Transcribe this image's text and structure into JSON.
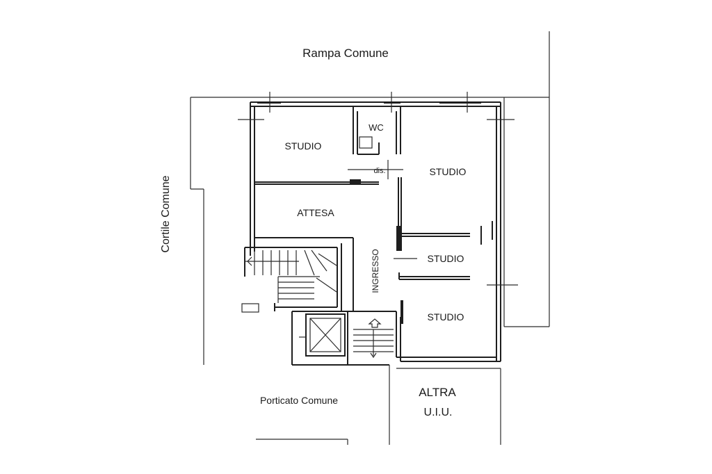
{
  "labels": {
    "rampa": "Rampa Comune",
    "cortile": "Cortile Comune",
    "studio_top_left": "STUDIO",
    "wc": "WC",
    "dis": "dis.",
    "studio_top_right": "STUDIO",
    "attesa": "ATTESA",
    "ingresso": "INGRESSO",
    "studio_mid_right": "STUDIO",
    "studio_bottom_right": "STUDIO",
    "porticato": "Porticato  Comune",
    "altra": "ALTRA",
    "uiu": "U.I.U."
  },
  "colors": {
    "ink": "#1e1e1e",
    "paper": "#ffffff"
  }
}
